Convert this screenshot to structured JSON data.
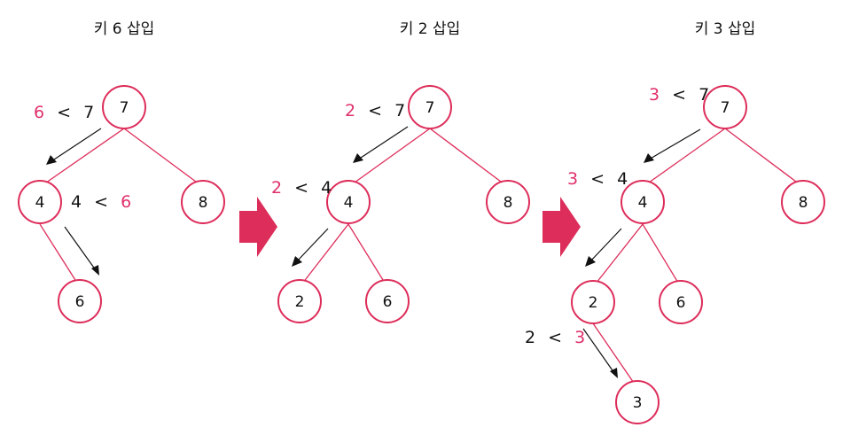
{
  "colors": {
    "accent": "#dd2d5a",
    "highlight": "#e0306a",
    "text": "#111111"
  },
  "panels": [
    {
      "title": "키 6 삽입",
      "nodes": {
        "root": "7",
        "left": "4",
        "right": "8",
        "left_right": "6"
      },
      "comparisons": [
        {
          "left": "6",
          "op": "<",
          "right": "7",
          "highlight": "left"
        },
        {
          "left": "4",
          "op": "<",
          "right": "6",
          "highlight": "right"
        }
      ]
    },
    {
      "title": "키 2 삽입",
      "nodes": {
        "root": "7",
        "left": "4",
        "right": "8",
        "left_left": "2",
        "left_right": "6"
      },
      "comparisons": [
        {
          "left": "2",
          "op": "<",
          "right": "7",
          "highlight": "left"
        },
        {
          "left": "2",
          "op": "<",
          "right": "4",
          "highlight": "left"
        }
      ]
    },
    {
      "title": "키 3 삽입",
      "nodes": {
        "root": "7",
        "left": "4",
        "right": "8",
        "left_left": "2",
        "left_right": "6",
        "left_left_right": "3"
      },
      "comparisons": [
        {
          "left": "3",
          "op": "<",
          "right": "7",
          "highlight": "left"
        },
        {
          "left": "3",
          "op": "<",
          "right": "4",
          "highlight": "left"
        },
        {
          "left": "2",
          "op": "<",
          "right": "3",
          "highlight": "right"
        }
      ]
    }
  ],
  "transition_icons": [
    "arrow-right-icon",
    "arrow-right-icon"
  ]
}
